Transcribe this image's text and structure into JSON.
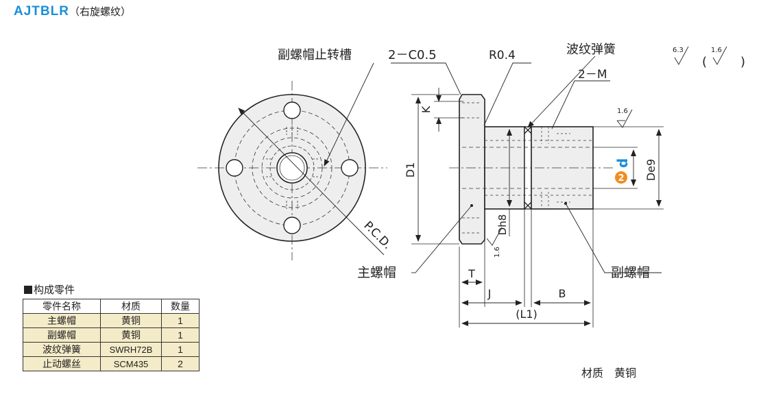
{
  "title": {
    "code": "AJTBLR",
    "subtitle": "（右旋螺纹）"
  },
  "drawing": {
    "labels": {
      "anti_rotation_slot": "副螺帽止转槽",
      "chamfer": "2－C0.5",
      "radius": "R0.4",
      "wave_spring": "波纹弹簧",
      "thread": "2－M",
      "pcd": "P.C.D.",
      "main_nut": "主螺帽",
      "sub_nut": "副螺帽",
      "dim_k": "K",
      "dim_d1": "D1",
      "dim_dh8": "Dh8",
      "dim_d": "d",
      "dim_de9": "De9",
      "dim_t": "T",
      "dim_j": "J",
      "dim_b": "B",
      "dim_l1": "(L1)"
    },
    "roughness": {
      "general_outer": "6.3",
      "general_inner": "1.6",
      "sub_nut_face": "1.6",
      "flange_face": "1.6"
    },
    "badge": "2",
    "colors": {
      "accent": "#1a8fd6",
      "badge": "#f28c1e",
      "table_fill": "#f4ebc8",
      "part_fill": "#eeeeee"
    }
  },
  "parts_table": {
    "heading": "构成零件",
    "headers": [
      "零件名称",
      "材质",
      "数量"
    ],
    "rows": [
      [
        "主螺帽",
        "黄铜",
        "1"
      ],
      [
        "副螺帽",
        "黄铜",
        "1"
      ],
      [
        "波纹弹簧",
        "SWRH72B",
        "1"
      ],
      [
        "止动螺丝",
        "SCM435",
        "2"
      ]
    ]
  },
  "material_note": {
    "label": "材质",
    "value": "黄铜"
  }
}
